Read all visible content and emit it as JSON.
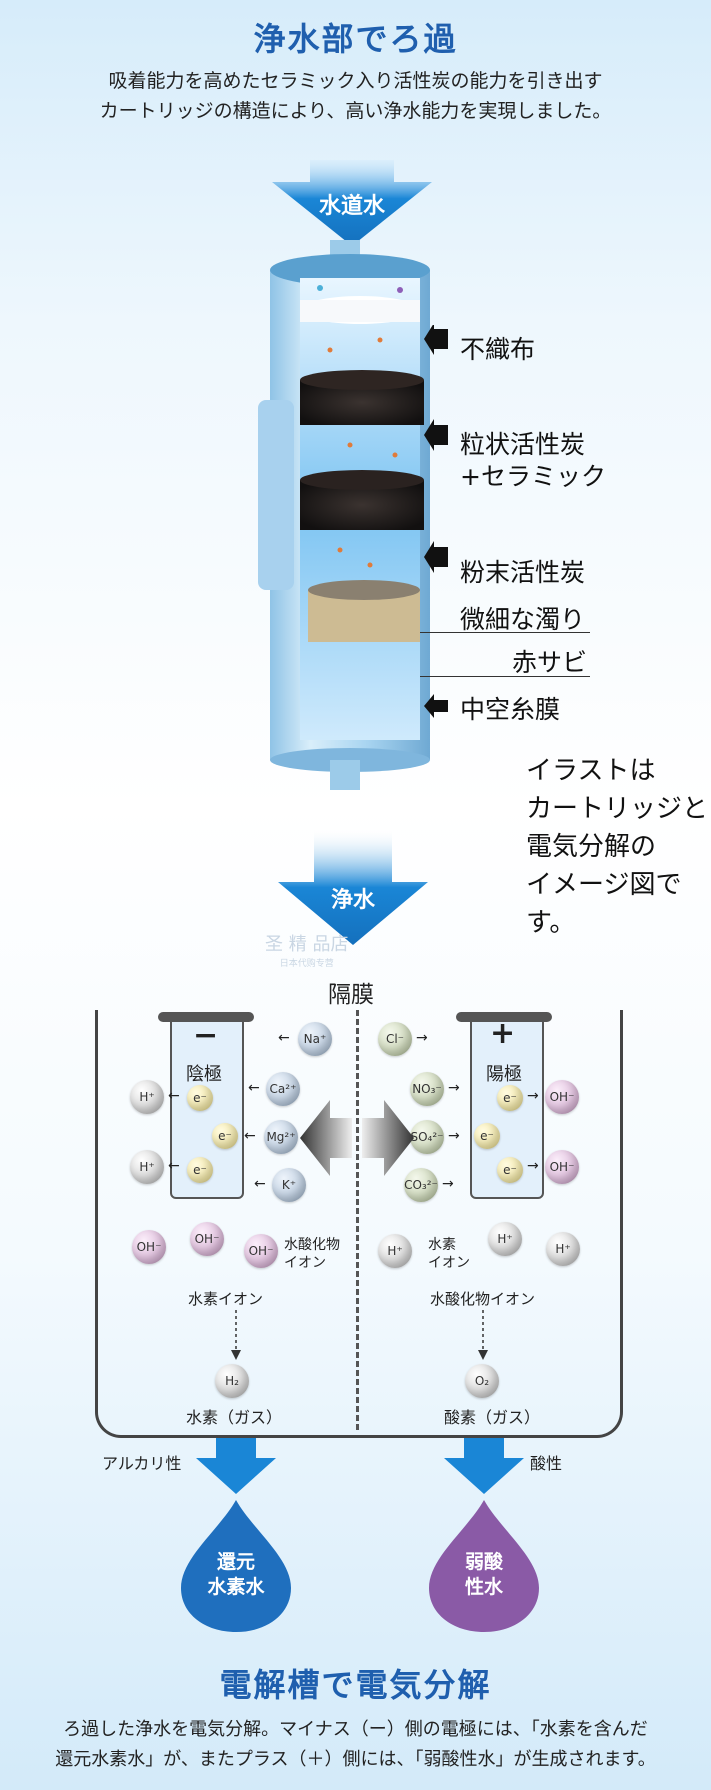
{
  "header": {
    "title": "浄水部でろ過",
    "lead_line1": "吸着能力を高めたセラミック入り活性炭の能力を引き出す",
    "lead_line2": "カートリッジの構造により、高い浄水能力を実現しました。"
  },
  "inflow_label": "水道水",
  "layers": {
    "nonwoven": "不織布",
    "granular_1": "粒状活性炭",
    "granular_2": "+セラミック",
    "powder": "粉末活性炭",
    "turbidity": "微細な濁り",
    "rust": "赤サビ",
    "hollow": "中空糸膜"
  },
  "note": {
    "line1": "イラストは",
    "line2": "カートリッジと",
    "line3": "電気分解の",
    "line4": "イメージ図です。"
  },
  "outflow_label": "浄水",
  "watermark": {
    "line1": "圣 精 品店",
    "line2": "日本代购专营"
  },
  "cell": {
    "membrane": "隔膜",
    "minus_sign": "−",
    "plus_sign": "+",
    "cathode": "陰極",
    "anode": "陽極",
    "ions": {
      "na": "Na⁺",
      "ca": "Ca²⁺",
      "mg": "Mg²⁺",
      "k": "K⁺",
      "cl": "Cl⁻",
      "no3": "NO₃⁻",
      "so4": "SO₄²⁻",
      "co3": "CO₃²⁻",
      "h": "H⁺",
      "oh": "OH⁻",
      "e": "e⁻",
      "h2": "H₂",
      "o2": "O₂"
    },
    "left_oh_label_1": "水酸化物",
    "left_oh_label_2": "イオン",
    "right_h_label_1": "水素",
    "right_h_label_2": "イオン",
    "left_caption": "水素イオン",
    "right_caption": "水酸化物イオン",
    "left_gas": "水素（ガス）",
    "right_gas": "酸素（ガス）",
    "arrow_left": "←",
    "arrow_right": "→"
  },
  "outputs": {
    "alkaline_label": "アルカリ性",
    "acid_label": "酸性",
    "left_drop_1": "還元",
    "left_drop_2": "水素水",
    "right_drop_1": "弱酸",
    "right_drop_2": "性水"
  },
  "footer": {
    "title": "電解槽で電気分解",
    "line1": "ろ過した浄水を電気分解。マイナス（ー）側の電極には、「水素を含んだ",
    "line2": "還元水素水」が、またプラス（＋）側には、「弱酸性水」が生成されます。"
  },
  "colors": {
    "brand_blue": "#1f5fae",
    "arrow_blue": "#1a86d6",
    "drop_blue": "#1f6fbe",
    "drop_purple": "#8a5aa6"
  }
}
